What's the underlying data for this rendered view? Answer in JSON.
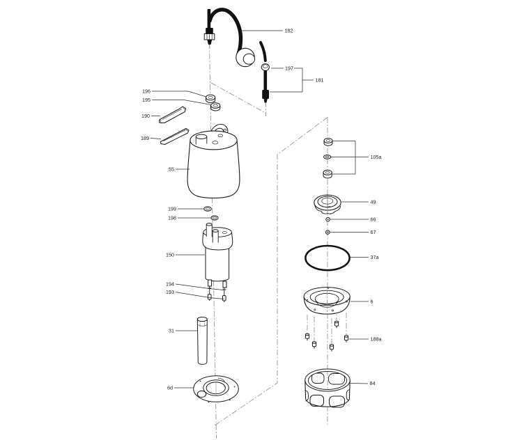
{
  "diagram_type": "exploded-parts-diagram",
  "colors": {
    "background": "#ffffff",
    "line": "#1a1a1a",
    "centerline": "#8c8c8c",
    "cable_fill": "#111111",
    "label_text": "#1c1c1c"
  },
  "labels": {
    "p182": "182",
    "p197": "197",
    "p181": "181",
    "p196": "196",
    "p195": "195",
    "p190": "190",
    "p189": "189",
    "p55": "55",
    "p199": "199",
    "p198": "198",
    "p150": "150",
    "p194": "194",
    "p193": "193",
    "p31": "31",
    "p6d": "6d",
    "p105a": "105a",
    "p49": "49",
    "p66": "66",
    "p67": "67",
    "p37a": "37a",
    "p6": "6",
    "p188a": "188a",
    "p84": "84"
  }
}
